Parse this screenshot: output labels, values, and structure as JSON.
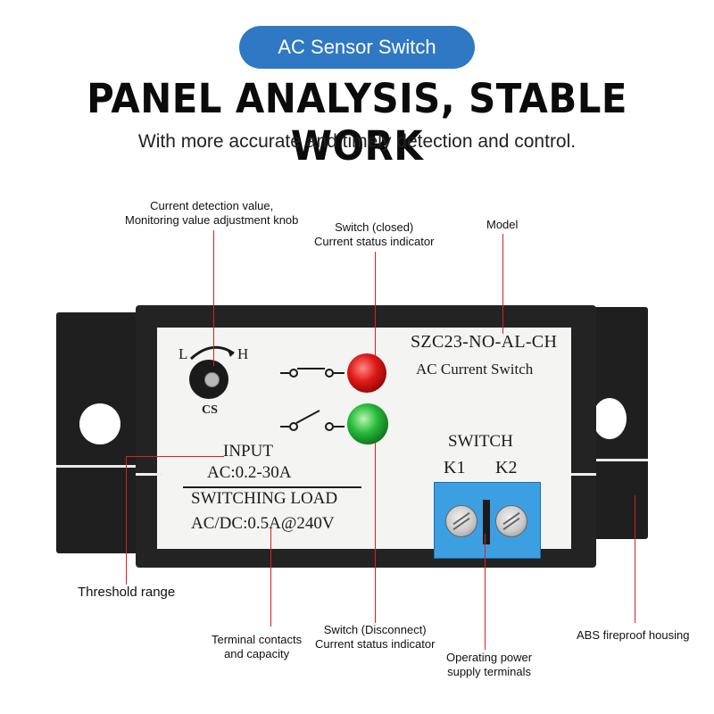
{
  "header": {
    "badge": "AC Sensor Switch",
    "title": "PANEL ANALYSIS, STABLE WORK",
    "subtitle": "With more accurate and timely detection and control."
  },
  "callouts": {
    "knob": [
      "Current detection value,",
      "Monitoring value adjustment knob"
    ],
    "closed_indicator": [
      "Switch (closed)",
      "Current status indicator"
    ],
    "model": "Model",
    "threshold": "Threshold range",
    "terminal_contacts": [
      "Terminal contacts",
      "and capacity"
    ],
    "disconnect_indicator": [
      "Switch (Disconnect)",
      "Current status indicator"
    ],
    "power_terminals": [
      "Operating power",
      "supply terminals"
    ],
    "housing": "ABS fireproof housing"
  },
  "device": {
    "knob_low": "L",
    "knob_high": "H",
    "knob_label": "CS",
    "model_code": "SZC23-NO-AL-CH",
    "model_desc": "AC Current Switch",
    "input_label": "INPUT",
    "input_range": "AC:0.2-30A",
    "load_label": "SWITCHING LOAD",
    "load_rating": "AC/DC:0.5A@240V",
    "switch_label": "SWITCH",
    "k1": "K1",
    "k2": "K2"
  },
  "colors": {
    "badge": "#2f78c4",
    "leader_lines": "#d92020",
    "led_closed": "#e01818",
    "led_open": "#26b93a",
    "terminal_block": "#3c9fe2",
    "housing": "#232323"
  }
}
